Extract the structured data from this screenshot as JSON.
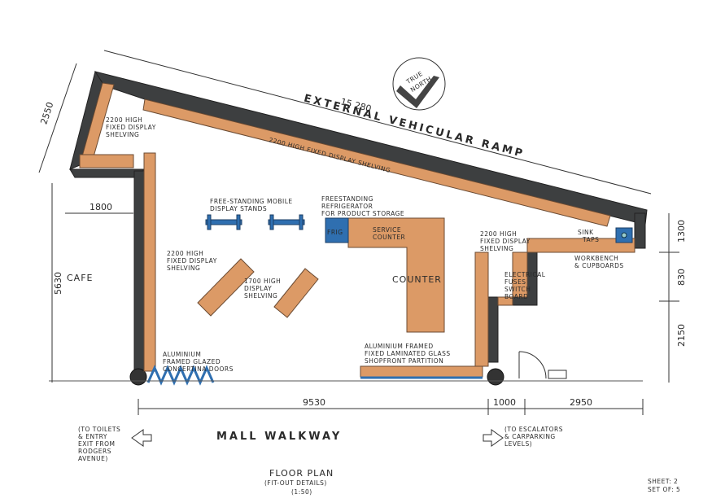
{
  "plan": {
    "title_line1": "FLOOR PLAN",
    "title_line2": "(FIT-OUT DETAILS)",
    "scale": "(1:50)",
    "sheet": "SHEET: 2",
    "set": "SET OF: 5"
  },
  "north": {
    "line1": "TRUE",
    "line2": "NORTH"
  },
  "labels": {
    "external_ramp": "EXTERNAL VEHICULAR RAMP",
    "mall_walkway": "MALL WALKWAY",
    "cafe": "CAFE",
    "counter": "COUNTER",
    "frig": "FRIG",
    "ramp_shelving": "2200 HIGH FIXED DISPLAY SHELVING",
    "nw_shelving_1": "2200 HIGH",
    "nw_shelving_2": "FIXED DISPLAY",
    "nw_shelving_3": "SHELVING",
    "west_shelving_1": "2200 HIGH",
    "west_shelving_2": "FIXED DISPLAY",
    "west_shelving_3": "SHELVING",
    "modules_1": "FREE-STANDING MOBILE",
    "modules_2": "DISPLAY STANDS",
    "island_1": "1700 HIGH",
    "island_2": "DISPLAY",
    "island_3": "SHELVING",
    "fridge_1": "FREESTANDING",
    "fridge_2": "REFRIGERATOR",
    "fridge_3": "FOR PRODUCT STORAGE",
    "service_1": "SERVICE",
    "service_2": "COUNTER",
    "east_shelving_1": "2200 HIGH",
    "east_shelving_2": "FIXED DISPLAY",
    "east_shelving_3": "SHELVING",
    "sink_1": "SINK",
    "sink_2": "TAPS",
    "workbench_1": "WORKBENCH",
    "workbench_2": "& CUPBOARDS",
    "electrical_1": "ELECTRICAL",
    "electrical_2": "FUSES",
    "electrical_3": "SWITCH",
    "electrical_4": "BOARD",
    "folding_1": "ALUMINIUM",
    "folding_2": "FRAMED GLAZED",
    "folding_3": "CONCERTINA DOORS",
    "shopfront_1": "ALUMINIUM FRAMED",
    "shopfront_2": "FIXED LAMINATED GLASS",
    "shopfront_3": "SHOPFRONT PARTITION",
    "toilets_1": "(TO TOILETS",
    "toilets_2": "& ENTRY",
    "toilets_3": "EXIT FROM",
    "toilets_4": "RODGERS",
    "toilets_5": "AVENUE)",
    "escalators_1": "(TO ESCALATORS",
    "escalators_2": "& CARPARKING",
    "escalators_3": "LEVELS)"
  },
  "dimensions": {
    "ramp_length": "15 280",
    "nw_end": "2550",
    "cafe_offset": "1800",
    "west_height": "5630",
    "mall_frontage": "9530",
    "door_width": "1000",
    "east_front": "2950",
    "east_top": "1300",
    "east_mid": "830",
    "east_low": "2150"
  }
}
